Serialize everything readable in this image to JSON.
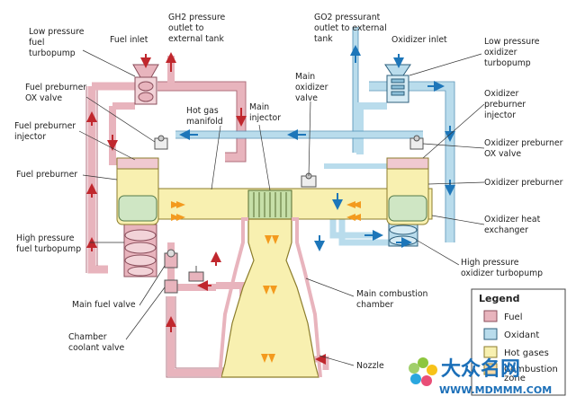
{
  "labels": {
    "low_pressure_fuel_turbopump": [
      "Low pressure",
      "fuel",
      "turbopump"
    ],
    "fuel_inlet": [
      "Fuel inlet"
    ],
    "gh2_outlet": [
      "GH2 pressure",
      "outlet to",
      "external tank"
    ],
    "go2_outlet": [
      "GO2 pressurant",
      "outlet to external",
      "tank"
    ],
    "oxidizer_inlet": [
      "Oxidizer inlet"
    ],
    "low_pressure_oxidizer_turbopump": [
      "Low pressure",
      "oxidizer",
      "turbopump"
    ],
    "fuel_preburner_ox_valve": [
      "Fuel preburner",
      "OX valve"
    ],
    "fuel_preburner_injector": [
      "Fuel preburner",
      "injector"
    ],
    "hot_gas_manifold": [
      "Hot gas",
      "manifold"
    ],
    "main_injector": [
      "Main",
      "injector"
    ],
    "main_oxidizer_valve": [
      "Main",
      "oxidizer",
      "valve"
    ],
    "oxidizer_preburner_injector": [
      "Oxidizer",
      "preburner",
      "injector"
    ],
    "oxidizer_preburner_ox_valve": [
      "Oxidizer preburner",
      "OX valve"
    ],
    "fuel_preburner": [
      "Fuel preburner"
    ],
    "oxidizer_preburner": [
      "Oxidizer preburner"
    ],
    "high_pressure_fuel_turbopump": [
      "High pressure",
      "fuel turbopump"
    ],
    "oxidizer_heat_exchanger": [
      "Oxidizer heat",
      "exchanger"
    ],
    "high_pressure_oxidizer_turbopump": [
      "High pressure",
      "oxidizer turbopump"
    ],
    "main_fuel_valve": [
      "Main fuel valve"
    ],
    "main_combustion_chamber": [
      "Main combustion",
      "chamber"
    ],
    "chamber_coolant_valve": [
      "Chamber",
      "coolant valve"
    ],
    "nozzle": [
      "Nozzle"
    ]
  },
  "legend": {
    "title": "Legend",
    "items": [
      {
        "label": "Fuel",
        "color": "#e8b4bd"
      },
      {
        "label": "Oxidant",
        "color": "#b9dcec"
      },
      {
        "label": "Hot gases",
        "color": "#f8f0b0"
      }
    ],
    "partial_text": [
      "Combustion",
      "zone"
    ]
  },
  "watermark": {
    "brand": "大众名网",
    "url": "WWW.MDMMM.COM"
  },
  "colors": {
    "fuel": "#e8b4bd",
    "fuel_stroke": "#b06f7d",
    "oxidant": "#b9dcec",
    "oxidant_stroke": "#4e8fb4",
    "hot_gas": "#f8f0b0",
    "hot_stroke": "#b6a64a",
    "arrow_red": "#c0272d",
    "arrow_blue": "#1d76b9",
    "arrow_orange": "#f39a1e"
  }
}
